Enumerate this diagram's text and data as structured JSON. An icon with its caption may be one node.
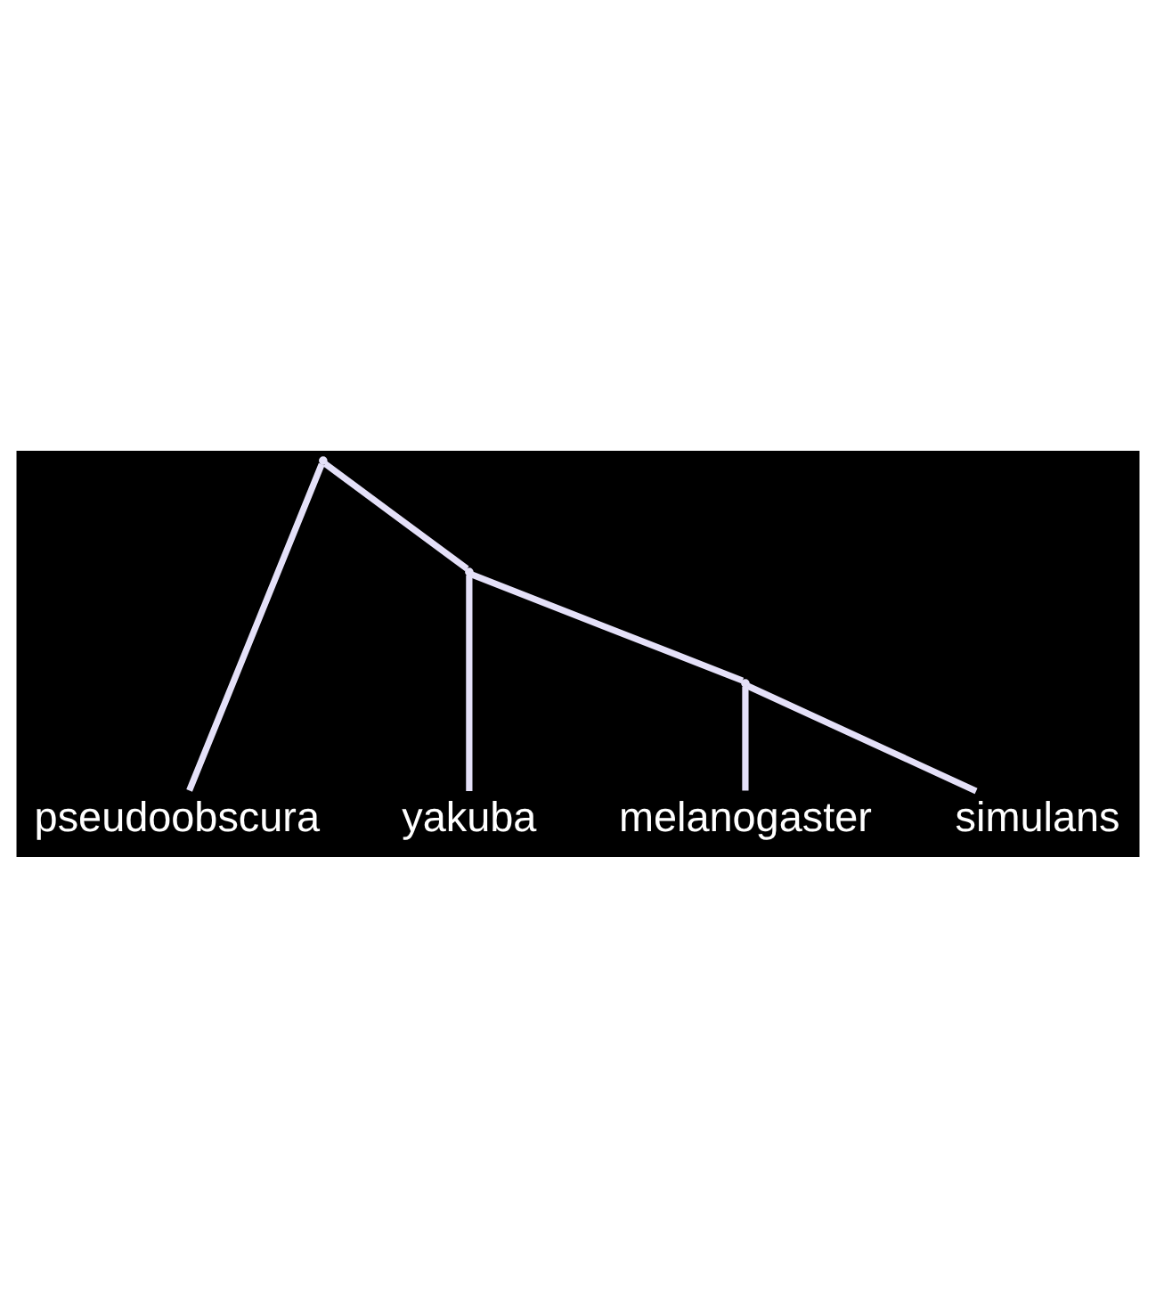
{
  "diagram": {
    "nodes": [
      {
        "text": [],
        "shape": "point"
      },
      {
        "text": [
          "pseudoobscura"
        ]
      },
      {
        "text": [],
        "shape": "point"
      },
      {
        "text": [
          "yakuba"
        ]
      },
      {
        "text": [],
        "shape": "point"
      },
      {
        "text": [
          "melanogaster"
        ]
      },
      {
        "text": [
          "simulans"
        ]
      }
    ],
    "edges": [
      {
        "from": 0,
        "to": 1,
        "arrow": "none"
      },
      {
        "from": 0,
        "to": 2,
        "arrow": "none"
      },
      {
        "from": 2,
        "to": 3,
        "arrow": "none"
      },
      {
        "from": 2,
        "to": 4,
        "arrow": "none"
      },
      {
        "from": 4,
        "to": 5,
        "arrow": "none"
      },
      {
        "from": 4,
        "to": 6,
        "arrow": "none"
      }
    ]
  }
}
